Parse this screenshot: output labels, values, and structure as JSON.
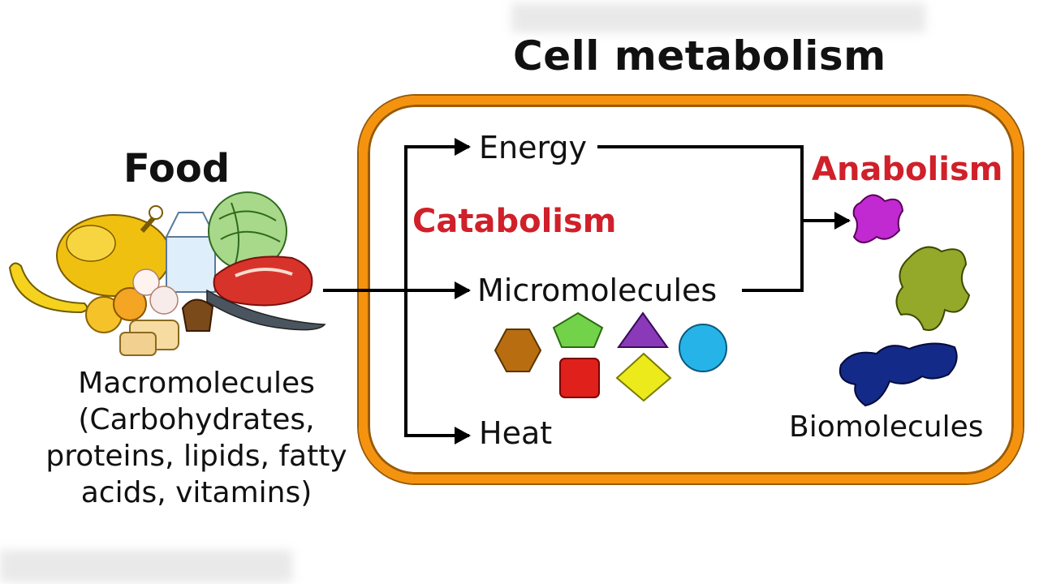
{
  "title": "Cell metabolism",
  "food": {
    "label": "Food",
    "macromolecules_lines": [
      "Macromolecules",
      "(Carbohydrates,",
      "proteins, lipids, fatty",
      "acids, vitamins)"
    ]
  },
  "cell": {
    "catabolism": "Catabolism",
    "anabolism": "Anabolism",
    "energy": "Energy",
    "micromolecules": "Micromolecules",
    "heat": "Heat",
    "biomolecules": "Biomolecules"
  },
  "colors": {
    "cell_border": "#f5930f",
    "label_red": "#d0202a",
    "arrow": "#000000"
  },
  "micro_shapes": [
    "hexagon-brown",
    "pentagon-green",
    "triangle-purple",
    "circle-blue",
    "square-red",
    "diamond-yellow"
  ],
  "bio_shapes": [
    "blob-magenta",
    "blob-olive",
    "blob-navy"
  ]
}
